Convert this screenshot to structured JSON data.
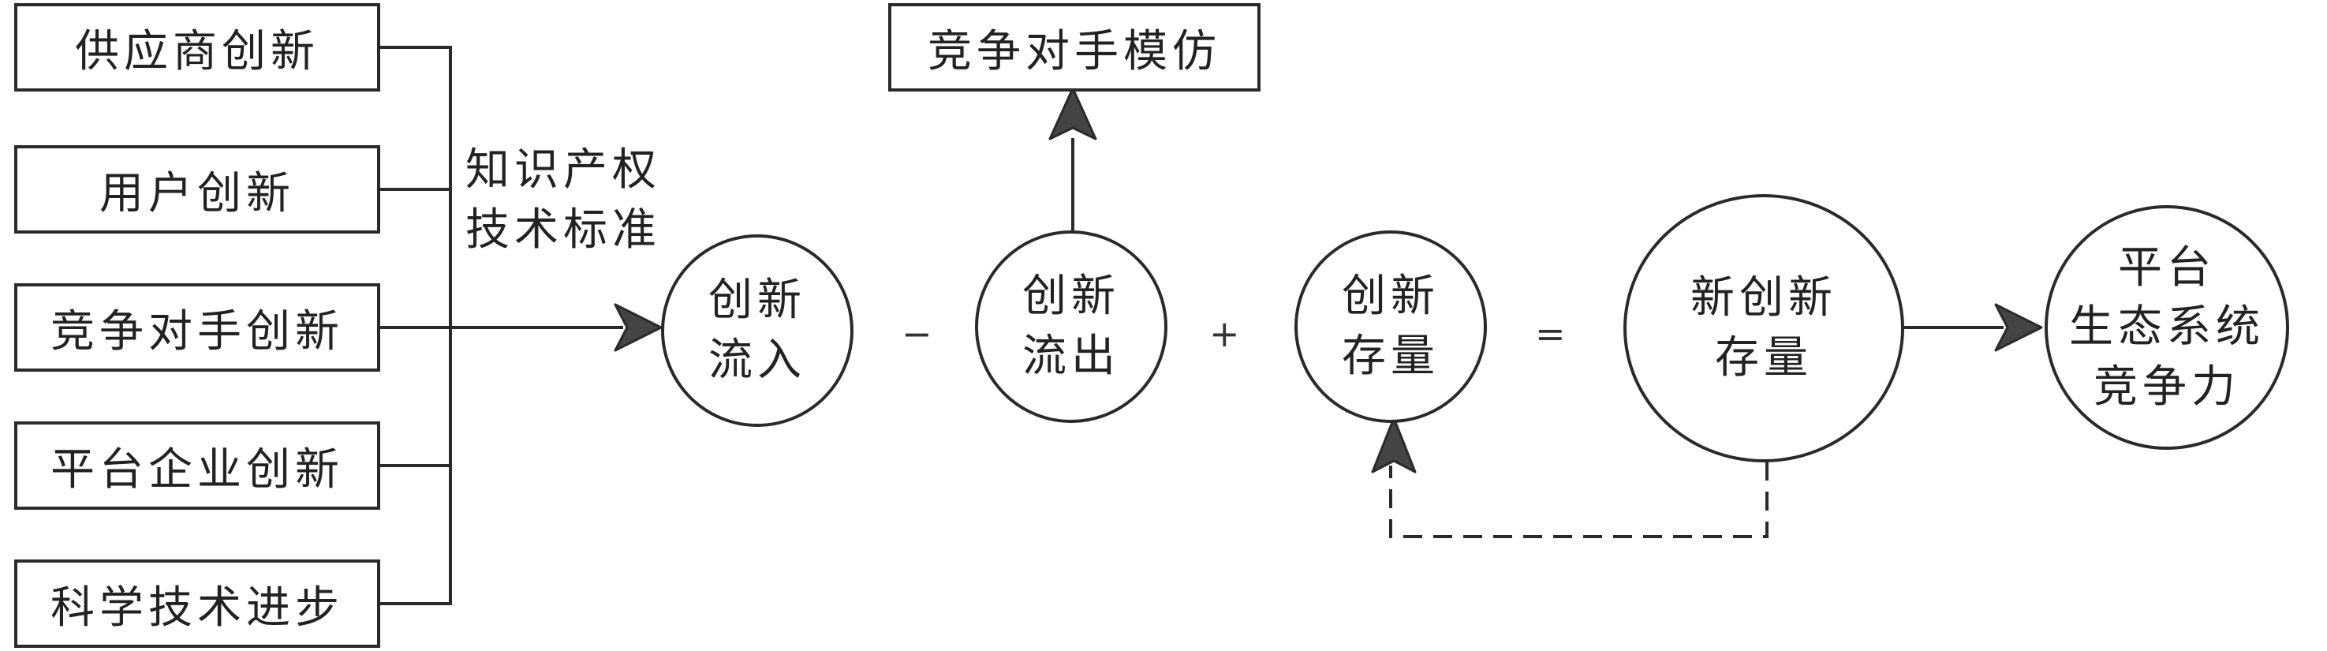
{
  "sources": [
    {
      "label": "供应商创新"
    },
    {
      "label": "用户创新"
    },
    {
      "label": "竞争对手创新"
    },
    {
      "label": "平台企业创新"
    },
    {
      "label": "科学技术进步"
    }
  ],
  "channel_label": [
    "知识产权",
    "技术标准"
  ],
  "imitation_box": "竞争对手模仿",
  "nodes": {
    "inflow": [
      "创新",
      "流入"
    ],
    "outflow": [
      "创新",
      "流出"
    ],
    "stock": [
      "创新",
      "存量"
    ],
    "new_stock": [
      "新创新",
      "存量"
    ],
    "competitiveness": [
      "平台",
      "生态系统",
      "竞争力"
    ]
  },
  "operators": {
    "minus": "−",
    "plus": "+",
    "equals": "="
  }
}
